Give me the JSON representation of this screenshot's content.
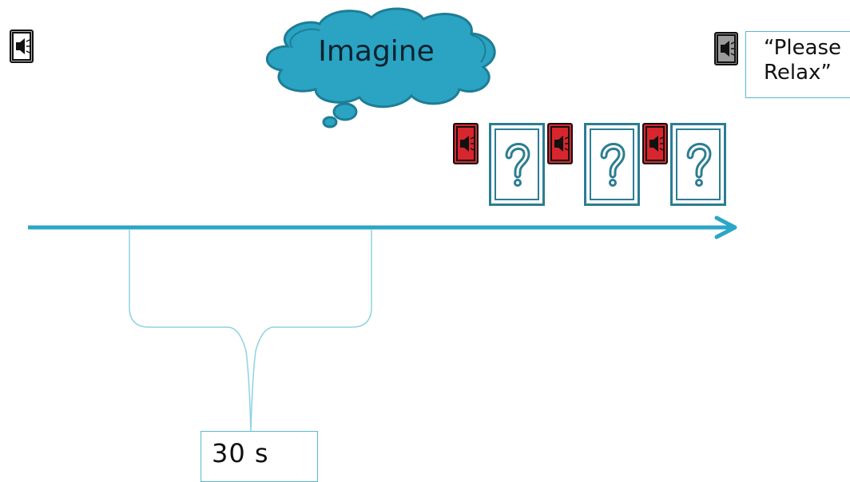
{
  "thought_bubble": {
    "text": "Imagine",
    "fill": "#2AA4C2",
    "outline": "#1E7D96"
  },
  "instruction_box": {
    "text": "“Please Relax”",
    "line1": "“Please",
    "line2": "Relax”"
  },
  "duration_box": {
    "text": "30 s"
  },
  "timeline": {
    "color": "#2BA6C6"
  },
  "bracket": {
    "color": "#8DD3E2"
  },
  "sound_cues": {
    "neutral_color": "#9A9A9A",
    "alert_color": "#D8262E"
  },
  "question_cards": {
    "count": 3,
    "symbol": "?",
    "color": "#2C7D92"
  },
  "icons": {
    "speaker": "speaker-icon",
    "question": "question-mark-icon",
    "cloud": "thought-cloud-icon"
  }
}
